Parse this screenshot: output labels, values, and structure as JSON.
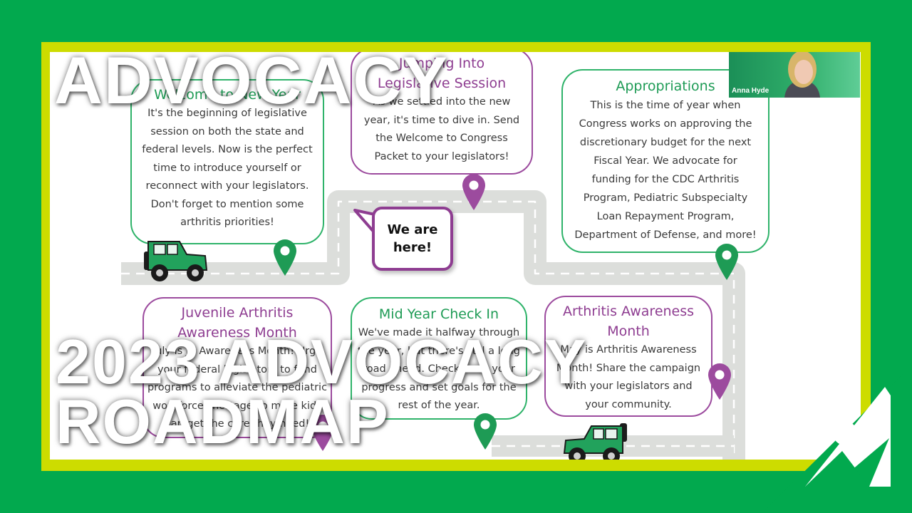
{
  "overlay_title": {
    "line1": "ADVOCACY",
    "line2a": "2023 ADVOCACY",
    "line2b": "ROADMAP"
  },
  "webcam": {
    "name": "Anna Hyde"
  },
  "bubble": {
    "line1": "We are",
    "line2": "here!"
  },
  "cards": {
    "welcome": {
      "title": "Welcome to New Year",
      "body": [
        "It's the beginning of legislative",
        "session on both the state and",
        "federal levels. Now is the perfect",
        "time to introduce yourself or",
        "reconnect with your legislators.",
        "Don't forget to mention some",
        "arthritis priorities!"
      ]
    },
    "jumping": {
      "title_l1": "Jumping Into",
      "title_l2": "Legislative Session",
      "body": [
        "As we settled into the new",
        "year, it's time to dive in. Send",
        "the Welcome to Congress",
        "Packet to your legislators!"
      ]
    },
    "appropriations": {
      "title": "Appropriations",
      "body": [
        "This is the time of year when",
        "Congress works on approving the",
        "discretionary budget for the next",
        "Fiscal Year. We advocate for",
        "funding for the CDC Arthritis",
        "Program, Pediatric Subspecialty",
        "Loan Repayment Program,",
        "Department of Defense, and more!"
      ]
    },
    "juvenile": {
      "title_l1": "Juvenile Arthritis",
      "title_l2": "Awareness Month",
      "body": [
        "July is JA Awareness Month! Urge",
        "your federal legislators to fund",
        "programs to alleviate the pediatric",
        "workforce shortage so more kids",
        "can get the care they need!"
      ]
    },
    "midyear": {
      "title": "Mid Year Check In",
      "body": [
        "We've made it halfway through",
        "the year, but there's still a long",
        "road ahead. Check in on your",
        "progress and set goals for the",
        "rest of the year."
      ]
    },
    "awareness": {
      "title_l1": "Arthritis Awareness",
      "title_l2": "Month",
      "body": [
        "May is Arthritis Awareness",
        "Month! Share the campaign",
        "with your legislators and",
        "your community."
      ]
    }
  },
  "colors": {
    "brand_green": "#02a94e",
    "frame_lime": "#cddc00",
    "card_green": "#2fb36a",
    "card_purple": "#9c4b9e",
    "road": "#dcdedb",
    "jeep": "#22a25c"
  }
}
